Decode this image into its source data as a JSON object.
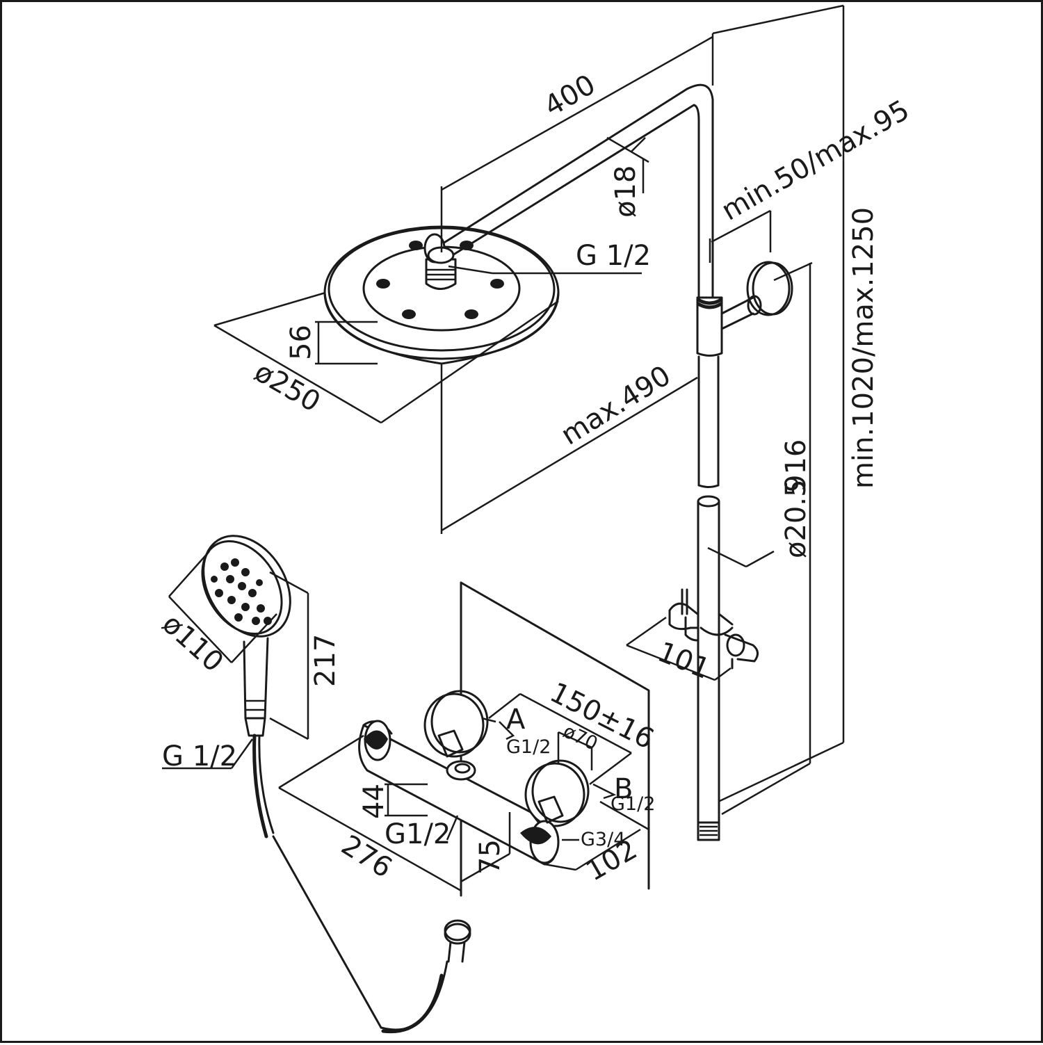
{
  "dimensions": {
    "arm_length": "400",
    "arm_diameter": "ø18",
    "head_connection": "G 1/2",
    "head_height": "56",
    "head_diameter": "ø250",
    "max_projection": "max.490",
    "bracket_range": "min.50/max.95",
    "total_height": "min.1020/max.1250",
    "rail_length": "916",
    "rail_diameter": "ø20.5",
    "slider_width": "101",
    "hand_diameter": "ø110",
    "hand_length": "217",
    "hose_connection": "G 1/2",
    "inlet_centers": "150±16",
    "escutcheon_diameter": "ø70",
    "outlet_a": "A",
    "outlet_a_thread": "G1/2",
    "outlet_b": "B",
    "outlet_b_thread": "G1/2",
    "mixer_outlet": "G3/4",
    "body_height": "44",
    "bottom_outlet": "G1/2",
    "body_length": "276",
    "body_offset": "75",
    "body_depth": "102"
  }
}
